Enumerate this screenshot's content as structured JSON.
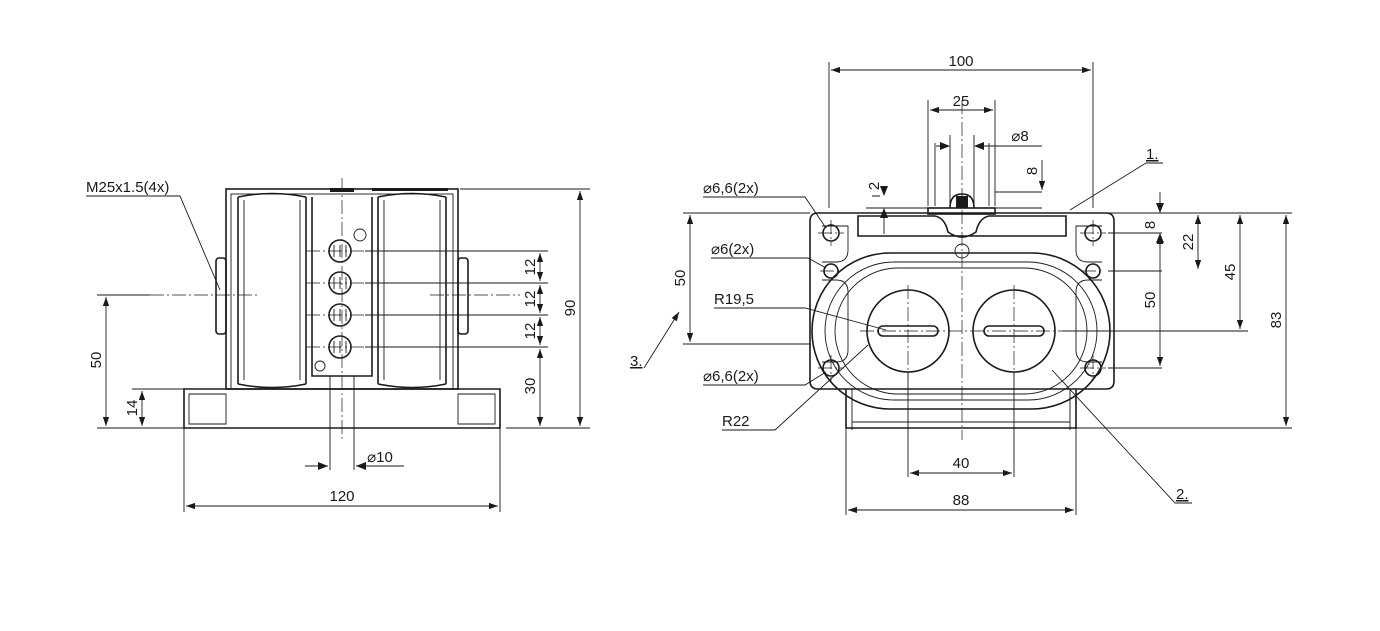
{
  "side_view": {
    "thread_label": "M25x1.5(4x)",
    "dim_height_total": "90",
    "dim_axis_height": "50",
    "dim_base_height": "14",
    "dim_width": "120",
    "dim_bore": "⌀10",
    "dim_pitch_1": "12",
    "dim_pitch_2": "12",
    "dim_pitch_3": "12",
    "dim_lower": "30"
  },
  "front_view": {
    "dim_width_top": "100",
    "dim_slot": "25",
    "dim_pin_dia": "⌀8",
    "dim_step": "2",
    "dim_pin_height": "8",
    "label_hole_top": "⌀6,6(2x)",
    "label_hole_mid": "⌀6(2x)",
    "label_radius_small": "R19,5",
    "label_hole_bottom": "⌀6,6(2x)",
    "label_radius_large": "R22",
    "dim_left_height": "50",
    "dim_right_8": "8",
    "dim_right_22": "22",
    "dim_right_45": "45",
    "dim_right_50": "50",
    "dim_right_83": "83",
    "dim_bore_spacing": "40",
    "dim_width_bottom": "88",
    "callout_1": "1.",
    "callout_2": "2.",
    "callout_3": "3."
  }
}
